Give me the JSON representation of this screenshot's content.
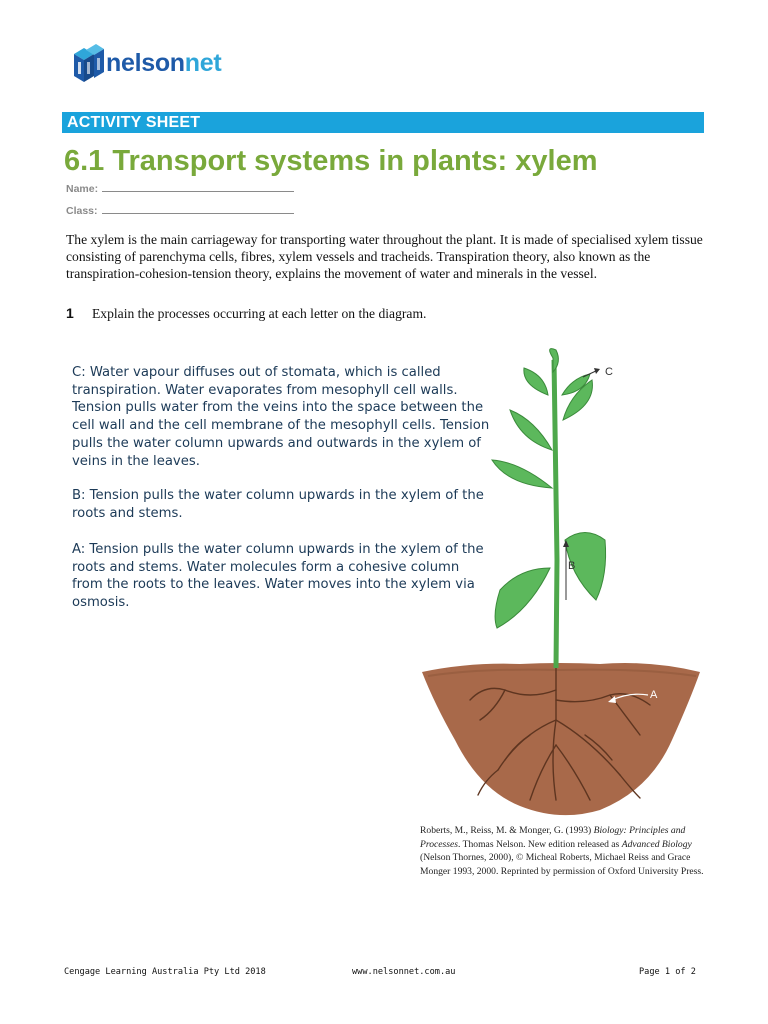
{
  "brand": {
    "part1": "nelson",
    "part2": "net"
  },
  "activity_label": "ACTIVITY SHEET",
  "title": "6.1 Transport systems in plants: xylem",
  "fields": {
    "name_label": "Name:",
    "class_label": "Class:"
  },
  "intro": "The xylem is the main carriageway for transporting water throughout the plant. It is made of specialised xylem tissue consisting of parenchyma cells, fibres, xylem vessels and tracheids. Transpiration theory, also known as the transpiration-cohesion-tension theory, explains the movement of water and minerals in the vessel.",
  "question": {
    "number": "1",
    "text": "Explain the processes occurring at each letter on the diagram."
  },
  "answers": {
    "c": "C: Water vapour diffuses out of stomata, which is called transpiration. Water evaporates from mesophyll cell walls. Tension pulls water from the veins into the space between the cell wall and the cell membrane of the mesophyll cells. Tension pulls the water column upwards and outwards in the xylem of veins in the leaves.",
    "b": "B: Tension pulls the water column upwards in the xylem of the roots and stems.",
    "a": "A: Tension pulls the water column upwards in the xylem of the roots and stems. Water molecules form a cohesive column from the roots to the leaves. Water moves into the xylem via osmosis."
  },
  "diagram_labels": {
    "c": "C",
    "b": "B",
    "a": "A"
  },
  "citation": {
    "part1": "Roberts, M., Reiss, M. & Monger, G. (1993) ",
    "title1": "Biology: Principles and Processes",
    "part2": ". Thomas Nelson. New edition released as ",
    "title2": "Advanced Biology",
    "part3": " (Nelson Thornes, 2000), © Micheal Roberts, Michael Reiss and Grace Monger 1993, 2000. Reprinted by permission of Oxford University Press."
  },
  "footer": {
    "left": "Cengage Learning Australia Pty Ltd 2018",
    "center": "www.nelsonnet.com.au",
    "right": "Page 1 of 2"
  },
  "colors": {
    "accent_bar": "#1aa3dc",
    "title_green": "#79a93b",
    "brand_dark": "#1e5aa8",
    "brand_light": "#2fa6d9",
    "leaf": "#5cb85c",
    "soil": "#a8694a"
  }
}
